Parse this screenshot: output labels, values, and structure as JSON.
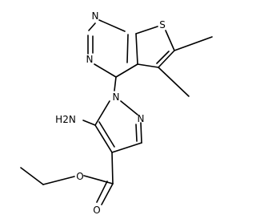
{
  "molecule": {
    "atom_labels": {
      "n_top": "N",
      "n_left": "N",
      "s_thiophene": "S",
      "n_pyrazole_1": "N",
      "n_pyrazole_2": "N",
      "nh2": "H2N",
      "o_carbonyl": "O",
      "o_ester": "O"
    }
  }
}
